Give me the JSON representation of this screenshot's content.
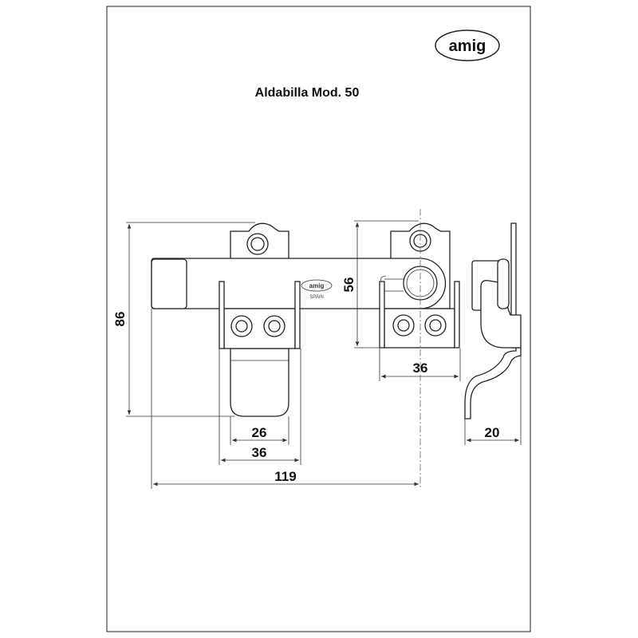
{
  "title": "Aldabilla Mod. 50",
  "brand": {
    "logo_text": "amig",
    "origin": "SPAIN"
  },
  "dimensions": {
    "total_height": "86",
    "plate_height": "56",
    "right_staple_width": "36",
    "tongue_width": "26",
    "left_staple_width": "36",
    "total_length": "119",
    "depth": "20"
  }
}
